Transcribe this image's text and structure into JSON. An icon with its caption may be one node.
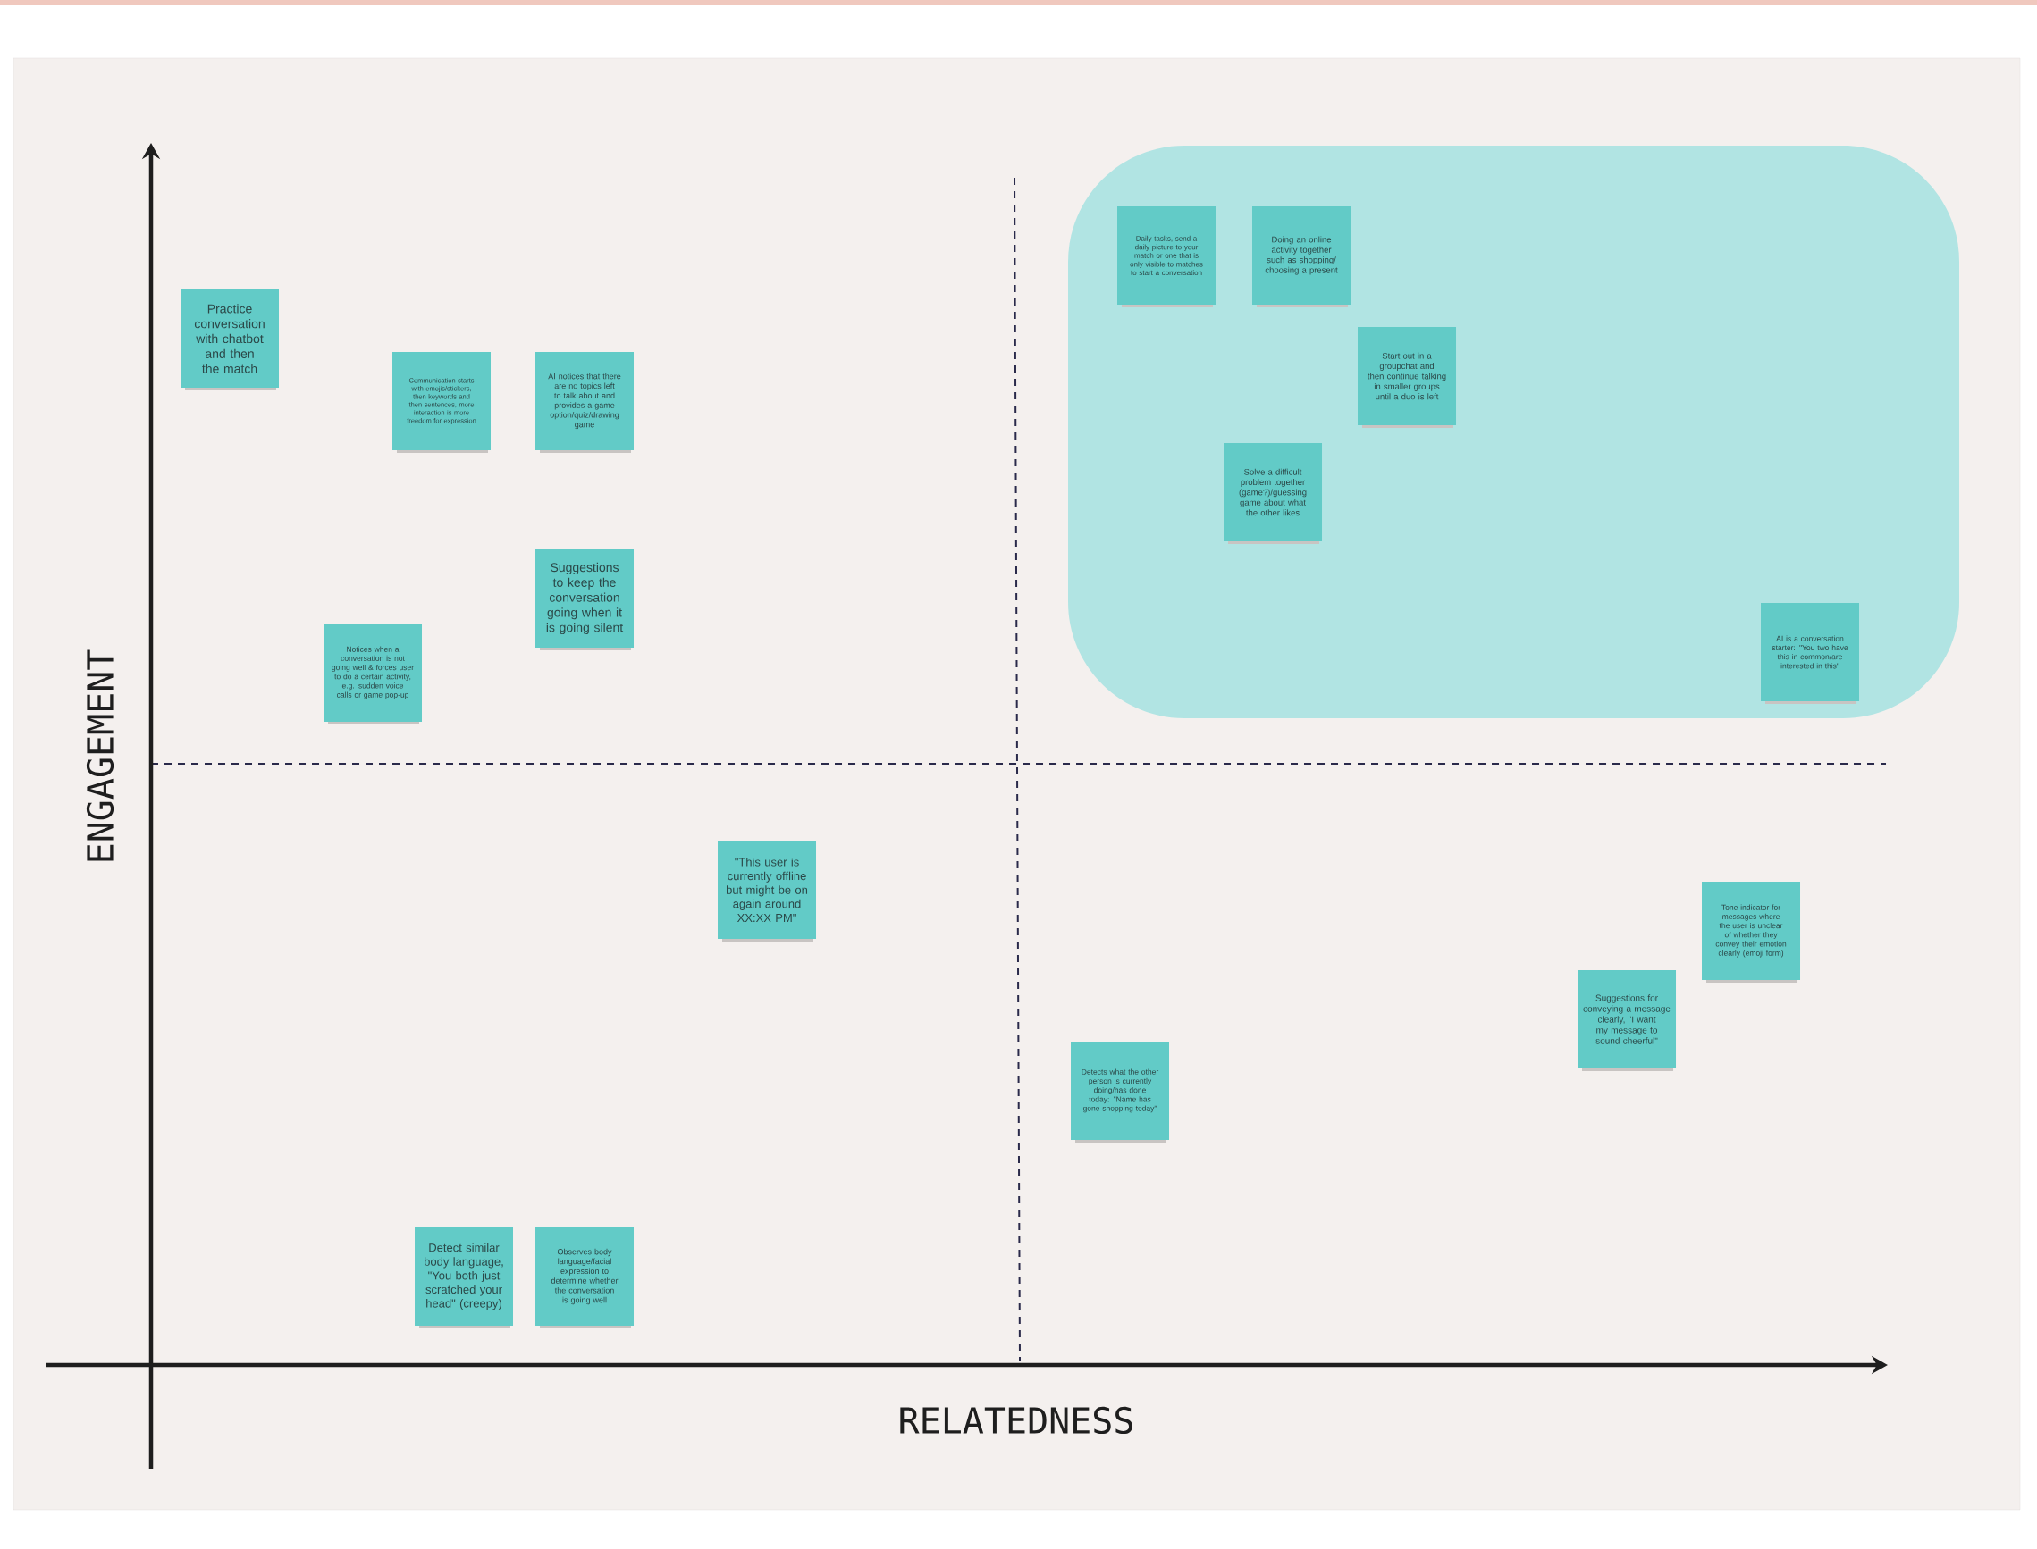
{
  "diagram": {
    "nodes": [
      {
        "text": [
          "Practice conversation with chatbot and then the match"
        ]
      },
      {
        "text": [],
        "shape": "box"
      },
      {
        "text": [
          "Daily tasks, send a daily picture to your match or one that is only visible to matches to start a conversation"
        ],
        "in": 1
      },
      {
        "text": [
          "Doing an online activity together such as shopping/ choosing a present"
        ],
        "in": 1
      },
      {
        "text": [
          "Communication starts with emojis/stickers, then keywords and then sentences, more interaction is more freedom for expression"
        ]
      },
      {
        "text": [
          "AI notices that there are no topics left to talk about and provides a game option/quiz/drawing game"
        ]
      },
      {
        "text": [
          "Start out in a groupchat and then continue talking in smaller groups until a duo is left"
        ],
        "in": 1
      },
      {
        "text": [
          "Solve a difficult problem together (game?)/guessing game about what the other likes"
        ],
        "in": 1
      },
      {
        "text": [
          "Suggestions to keep the conversation going when it is going silent"
        ]
      },
      {
        "text": [
          "AI is a conversation starter: \"You two have this in common/are interested in this\""
        ],
        "in": 1
      },
      {
        "text": [
          "Notices when a conversation is not going well & forces user to do a certain activity, e.g. sudden voice calls or game pop-up"
        ]
      },
      {
        "text": [
          "\"This user is currently offline but might be on again around XX:XX PM\""
        ]
      },
      {
        "text": [
          "Tone indicator for messages where the user is unclear of whether they convey their emotion clearly (emoji form)"
        ]
      },
      {
        "text": [
          "Suggestions for conveying a message clearly, \"I want my message to sound cheerful\""
        ]
      },
      {
        "text": [
          "Detects what the other person is currently doing/has done today: \"Name has gone shopping today\""
        ]
      },
      {
        "text": [
          "Detect similar body language, \"You both just scratched your head\" (creepy)"
        ]
      },
      {
        "text": [
          "Observes body language/facial expression to determine whether the conversation is going well"
        ]
      }
    ],
    "labels": [
      "ENGAGEMENT",
      "RELATEDNESS"
    ]
  }
}
